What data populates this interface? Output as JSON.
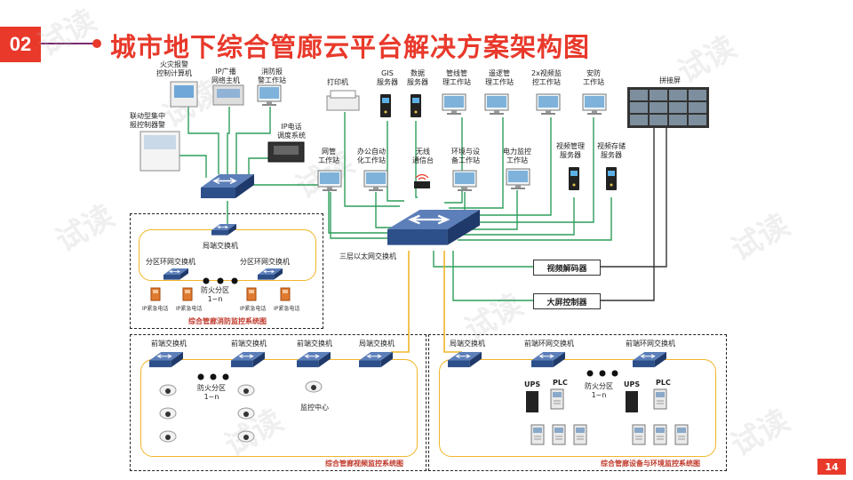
{
  "header": {
    "badge": "02",
    "title": "城市地下综合管廊云平台解决方案架构图"
  },
  "page_number": "14",
  "watermark": "试读",
  "top_left": {
    "fire_computer": "火灾报警\n控制计算机",
    "ip_broadcast": "IP广播\n网络主机",
    "fire_alarm_station": "消防报\n警工作站",
    "linked_controller": "联动型集中\n报控制器警",
    "ip_phone": "IP电话\n调度系统"
  },
  "top_right": {
    "printer": "打印机",
    "gis_server": "GIS\n服务器",
    "data_server": "数据\n服务器",
    "pipeline_station": "管线管\n理工作站",
    "remote_station": "遥逻管\n理工作站",
    "video_monitor_station": "2x视频监\n控工作站",
    "security_station": "安防\n工作站",
    "video_wall": "拼接屏",
    "network_station": "网管\n工作站",
    "office_station": "办公自动\n化工作站",
    "wireless": "无线\n通信台",
    "env_station": "环境与设\n备工作站",
    "power_station": "电力监控\n工作站",
    "video_mgmt_server": "视频管理\n服务器",
    "video_storage_server": "视频存储\n服务器",
    "core_switch": "三层以太网交换机",
    "video_decoder": "视频解码器",
    "wall_controller": "大屏控制器"
  },
  "fire_system": {
    "local_switch": "局端交换机",
    "ring_switch_left": "分区环网交换机",
    "ring_switch_right": "分区环网交换机",
    "zone": "防火分区\n1~n",
    "ip_phone_1": "IP紧急电话",
    "ip_phone_2": "IP紧急电话",
    "ip_phone_3": "IP紧急电话",
    "ip_phone_4": "IP紧急电话",
    "caption": "综合管廊消防监控系统图"
  },
  "video_system": {
    "front_switch_1": "前端交换机",
    "front_switch_2": "前端交换机",
    "front_switch_3": "前端交换机",
    "local_switch": "局端交换机",
    "zone": "防火分区\n1~n",
    "monitor_center": "监控中心",
    "caption": "综合管廊视频监控系统图"
  },
  "equipment_system": {
    "local_switch": "局端交换机",
    "ring_switch_1": "前端环网交换机",
    "ring_switch_2": "前端环网交换机",
    "ups_1": "UPS",
    "plc_1": "PLC",
    "ups_2": "UPS",
    "plc_2": "PLC",
    "zone": "防火分区\n1~n",
    "caption": "综合管廊设备与环境监控系统图"
  },
  "colors": {
    "accent": "#e8392b",
    "link_green": "#2e9e5b",
    "link_yellow": "#f0b528",
    "switch_blue": "#2d4f8a"
  }
}
